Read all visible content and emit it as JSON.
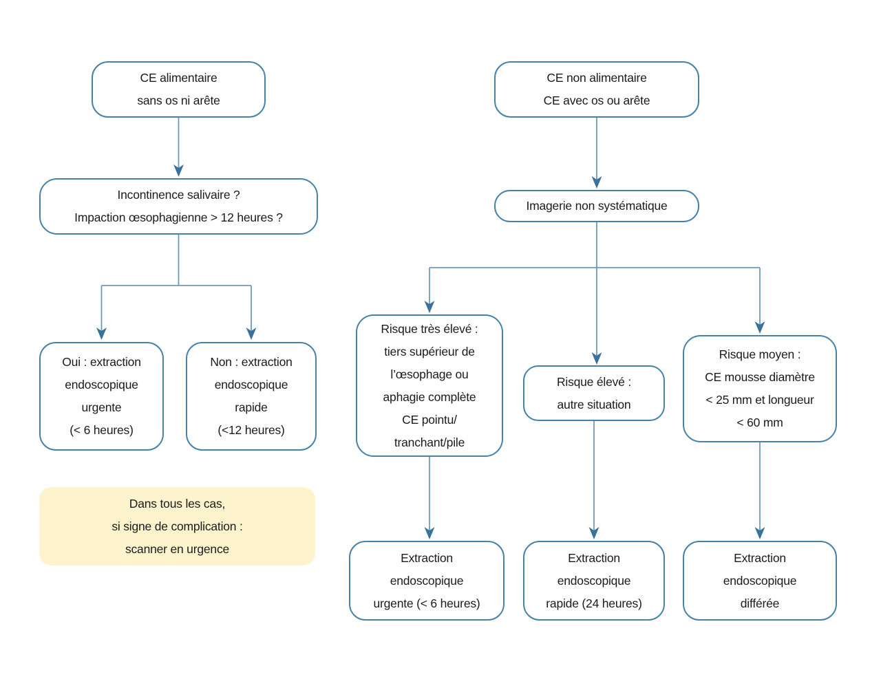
{
  "colors": {
    "box_border": "#4682a8",
    "box_fill": "#ffffff",
    "connector_line": "#6d9bb9",
    "arrowhead": "#3a729b",
    "note_fill": "#fdf4cd",
    "text": "#1b1b1b",
    "page_bg": "#ffffff"
  },
  "nodes": {
    "food_ce": {
      "text": "CE alimentaire\nsans os ni arête"
    },
    "salivary_question": {
      "text": "Incontinence salivaire ?\nImpaction œsophagienne > 12 heures ?"
    },
    "yes_extraction": {
      "text": "Oui : extraction\nendoscopique\nurgente\n(< 6 heures)"
    },
    "no_extraction": {
      "text": "Non : extraction\nendoscopique\nrapide\n(<12 heures)"
    },
    "complication_note": {
      "text": "Dans tous les cas,\nsi signe de complication :\nscanner en urgence"
    },
    "nonfood_ce": {
      "text": "CE non alimentaire\nCE avec os ou arête"
    },
    "imaging": {
      "text": "Imagerie non systématique"
    },
    "very_high_risk": {
      "text": "Risque très élevé :\ntiers supérieur de\nl’œsophage ou\naphagie complète\nCE pointu/\ntranchant/pile"
    },
    "high_risk": {
      "text": "Risque élevé :\nautre situation"
    },
    "medium_risk": {
      "text": "Risque moyen :\nCE mousse diamètre\n< 25 mm et longueur\n< 60 mm"
    },
    "urgent_extraction": {
      "text": "Extraction\nendoscopique\nurgente (< 6 heures)"
    },
    "rapid_extraction": {
      "text": "Extraction\nendoscopique\nrapide (24 heures)"
    },
    "deferred_extraction": {
      "text": "Extraction\nendoscopique\ndifférée"
    }
  }
}
